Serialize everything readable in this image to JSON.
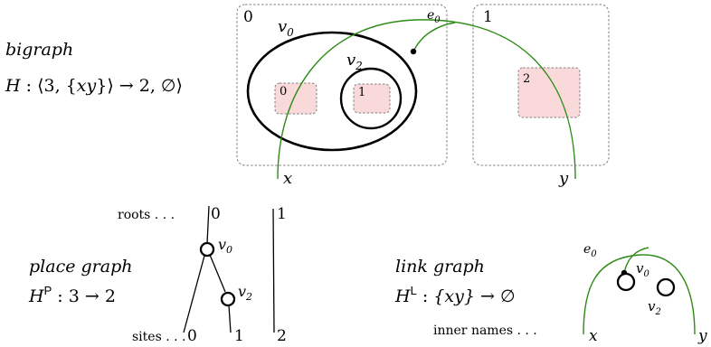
{
  "bigraph": {
    "title": "bigraph",
    "signature": {
      "name": "H",
      "colon": " : ",
      "lang": "⟨",
      "inner_sites": "3",
      "comma": ", ",
      "lbrace": "{",
      "inner_names": "xy",
      "rbrace": "}",
      "rang": "⟩",
      "arrow": " → ",
      "outer_roots": "2",
      "outer_names": "∅"
    },
    "roots": [
      "0",
      "1"
    ],
    "nodes": [
      {
        "name": "v",
        "sub": "0"
      },
      {
        "name": "v",
        "sub": "2"
      }
    ],
    "sites": [
      "0",
      "1",
      "2"
    ],
    "edge": {
      "name": "e",
      "sub": "0"
    },
    "inner_names": [
      "x",
      "y"
    ]
  },
  "place_graph": {
    "title": "place graph",
    "sig_name": "H",
    "sig_super": "P",
    "sig_colon": " : ",
    "sig_from": "3",
    "sig_arrow": " → ",
    "sig_to": "2",
    "roots_label": "roots . . .",
    "sites_label": "sites . . .",
    "roots": [
      "0",
      "1"
    ],
    "sites": [
      "0",
      "1",
      "2"
    ],
    "nodes": [
      {
        "name": "v",
        "sub": "0"
      },
      {
        "name": "v",
        "sub": "2"
      }
    ]
  },
  "link_graph": {
    "title": "link graph",
    "sig_name": "H",
    "sig_super": "L",
    "sig_colon": " : ",
    "sig_from": "{xy}",
    "sig_arrow": " → ",
    "sig_to": "∅",
    "inner_names_label": "inner names . . .",
    "inner_names": [
      "x",
      "y"
    ],
    "edge": {
      "name": "e",
      "sub": "0"
    },
    "nodes": [
      {
        "name": "v",
        "sub": "0"
      },
      {
        "name": "v",
        "sub": "2"
      }
    ]
  },
  "colors": {
    "link": "#2e8b17",
    "site_fill": "#f9d9da",
    "frame": "#808080",
    "ink": "#000000"
  }
}
